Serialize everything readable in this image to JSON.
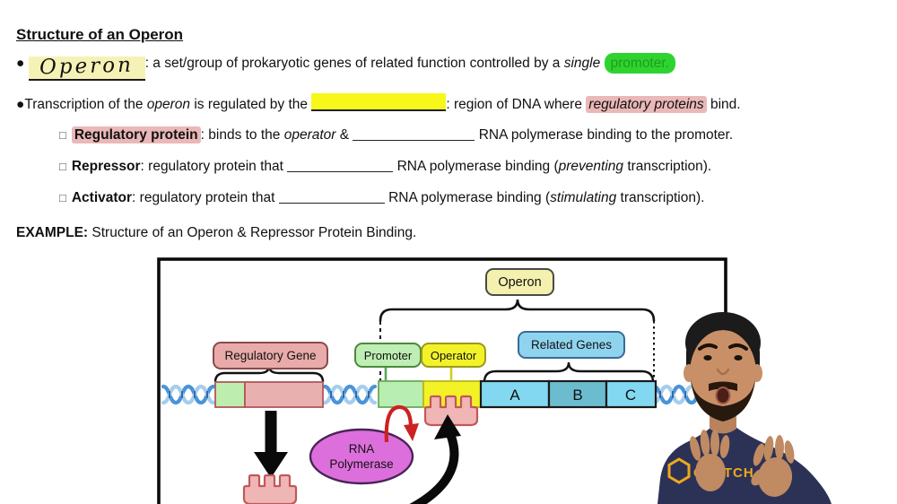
{
  "colors": {
    "highlight_yellow": "#f7f71c",
    "highlight_pale_yellow": "#f6f2b6",
    "highlight_green": "#2fd32f",
    "highlight_pink": "#eab8b8",
    "label_operon_bg": "#f4f0ae",
    "label_reggene_bg": "#e9aaaa",
    "label_promoter_bg": "#bfeeb4",
    "label_operator_bg": "#f2f22a",
    "label_relgenes_bg": "#8fd4ee",
    "gene_a_fill": "#82d8f0",
    "gene_b_fill": "#6cbcd0",
    "rna_polymerase_fill": "#dd6fdd",
    "repressor_fill": "#f0b6b6",
    "dna_blue": "#4a94d8",
    "shirt_navy": "#2c3256",
    "logo_orange": "#f0a81c"
  },
  "notes": {
    "title": "Structure of an Operon",
    "b1_bullet": "●",
    "b1_blank_word": "Operon",
    "b1_t1": ": a set/group of prokaryotic genes of related function controlled by a ",
    "b1_i1": "single",
    "b1_hidden": "promoter.",
    "b2_bullet": "●",
    "b2_t1": "Transcription of the ",
    "b2_i1": "operon",
    "b2_t2": " is regulated by the ",
    "b2_t3": ": region of DNA where ",
    "b2_pink": "regulatory proteins",
    "b2_t4": " bind.",
    "s1_bullet": "□",
    "s1_pink": "Regulatory protein",
    "s1_t1": ": binds to the ",
    "s1_i1": "operator",
    "s1_t2": " & ",
    "s1_t3": " RNA polymerase binding to the promoter.",
    "s2_bullet": "□",
    "s2_bold": "Repressor",
    "s2_t1": ": regulatory protein that ",
    "s2_t2": " RNA polymerase binding (",
    "s2_i1": "preventing",
    "s2_t3": " transcription).",
    "s3_bullet": "□",
    "s3_bold": "Activator",
    "s3_t1": ": regulatory protein that ",
    "s3_t2": " RNA polymerase binding (",
    "s3_i1": "stimulating",
    "s3_t3": " transcription).",
    "example_label": "EXAMPLE:",
    "example_text": " Structure of an Operon & Repressor Protein Binding."
  },
  "diagram": {
    "operon_label": "Operon",
    "regulatory_gene_label": "Regulatory Gene",
    "promoter_label": "Promoter",
    "operator_label": "Operator",
    "related_genes_label": "Related Genes",
    "gene_a": "A",
    "gene_b": "B",
    "gene_c": "C",
    "rna_line1": "RNA",
    "rna_line2": "Polymerase"
  },
  "person": {
    "shirt_logo": "CLUTCH"
  }
}
